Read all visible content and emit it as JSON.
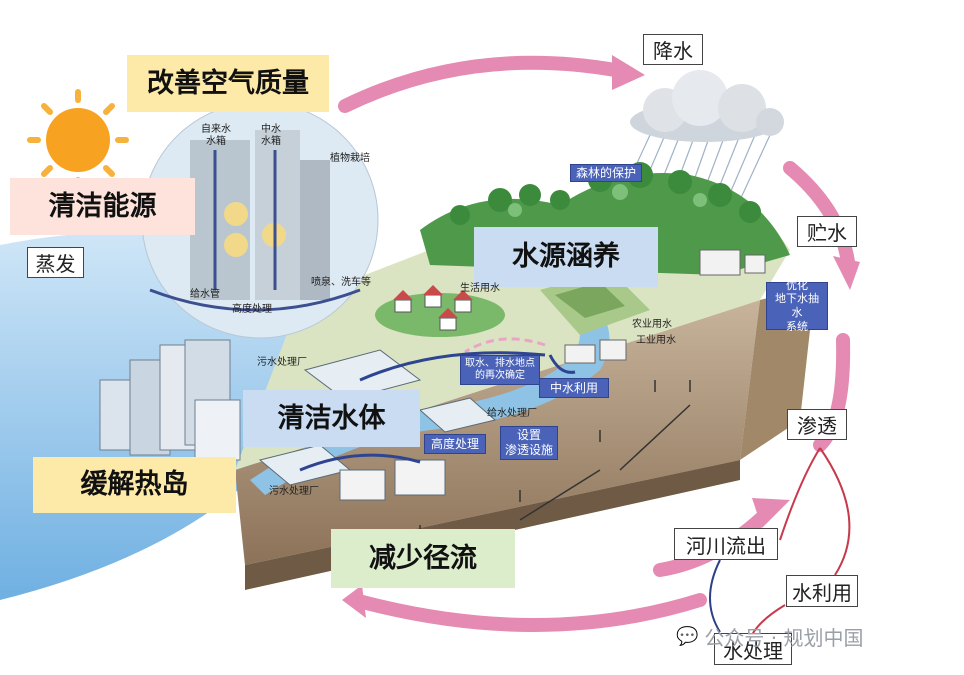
{
  "labels": {
    "air_quality": "改善空气质量",
    "clean_energy": "清洁能源",
    "evaporation": "蒸发",
    "water_conservation": "水源涵养",
    "clean_water": "清洁水体",
    "heat_island": "缓解热岛",
    "reduce_runoff": "减少径流",
    "precipitation": "降水",
    "storage": "贮水",
    "optimize_pumping": "优化\n地下水抽水\n系统",
    "infiltration": "渗透",
    "river_outflow": "河川流出",
    "water_use": "水利用",
    "water_treatment": "水处理",
    "forest_protection": "森林的保护",
    "tap_tank": "自来水\n水箱",
    "reclaimed_tank": "中水\n水箱",
    "plant_cultivation": "植物栽培",
    "supply_pipe": "给水管",
    "advanced_treatment_top": "高度处理",
    "fountain_wash": "喷泉、洗车等",
    "domestic_water": "生活用水",
    "agricultural_water": "农业用水",
    "industrial_water": "工业用水",
    "sewage_plant_1": "污水处理厂",
    "intake_discharge": "取水、排水地点\n的再次确定",
    "reclaimed_use": "中水利用",
    "supply_plant": "给水处理厂",
    "advanced_treatment": "高度处理",
    "infiltration_facility": "设置\n渗透设施",
    "sewage_plant_2": "污水处理厂"
  },
  "watermark": "公众号 · 规划中国",
  "colors": {
    "yellow_label": "#fde9a8",
    "pink_label": "#fde3dc",
    "blue_label": "#c9dcf2",
    "green_label": "#dcedcc",
    "cycle_arrow": "#e48ab3",
    "blue_tag": "#4a63b8",
    "evap_arrow": "#9cc4ec"
  }
}
